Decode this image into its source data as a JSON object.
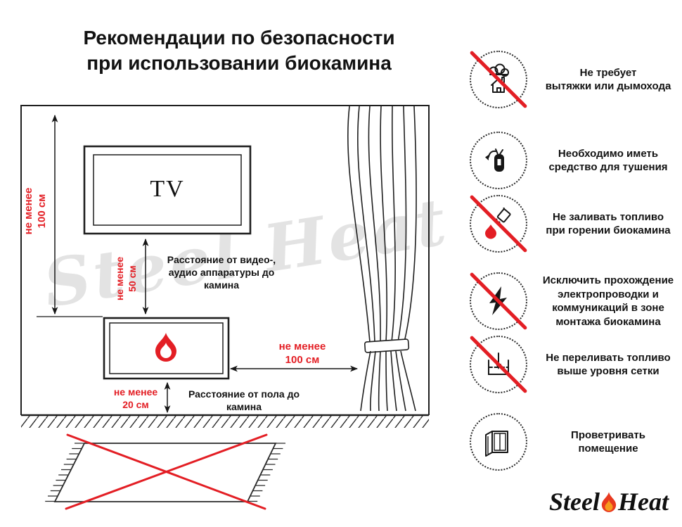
{
  "title": "Рекомендации по безопасности\nпри использовании биокамина",
  "diagram": {
    "tv": "TV",
    "min_100_vertical": "не менее\n100 см",
    "min_50": "не менее\n50 см",
    "video_distance_label": "Расстояние от видео-,\nаудио аппаратуры до\nкамина",
    "min_100_horizontal": "не менее\n100 см",
    "min_20": "не менее\n20 см",
    "floor_distance_label": "Расстояние от пола до\nкамина",
    "watermark": "Steel Heat"
  },
  "rules": [
    {
      "name": "no-chimney",
      "crossed": true,
      "text": "Не требует\nвытяжки или дымохода"
    },
    {
      "name": "extinguisher",
      "crossed": false,
      "text": "Необходимо иметь\nсредство для тушения"
    },
    {
      "name": "no-refuel-while-burning",
      "crossed": true,
      "text": "Не заливать топливо\nпри горении биокамина"
    },
    {
      "name": "no-wiring",
      "crossed": true,
      "text": "Исключить прохождение\nэлектропроводки и\nкоммуникаций в зоне\nмонтажа биокамина"
    },
    {
      "name": "no-overfill",
      "crossed": true,
      "text": "Не переливать топливо\nвыше уровня сетки"
    },
    {
      "name": "ventilate",
      "crossed": false,
      "text": "Проветривать\nпомещение"
    }
  ],
  "logo": {
    "steel": "Steel",
    "heat": "Heat"
  },
  "colors": {
    "red": "#e31e24",
    "ink": "#161616"
  }
}
